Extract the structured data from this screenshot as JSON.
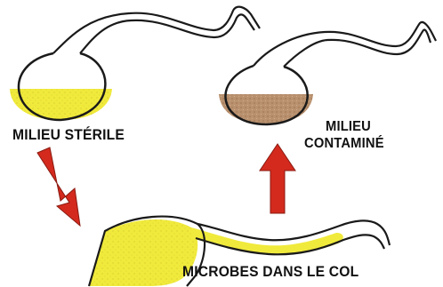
{
  "labels": {
    "sterile": "MILIEU STÉRILE",
    "contaminated_line1": "MILIEU",
    "contaminated_line2": "CONTAMINÉ",
    "neck": "MICROBES DANS LE COL"
  },
  "colors": {
    "sterile_medium": "#f0ea3c",
    "contaminated_medium": "#b9916e",
    "arrow": "#d42a1e",
    "outline": "#1a1a1a"
  }
}
